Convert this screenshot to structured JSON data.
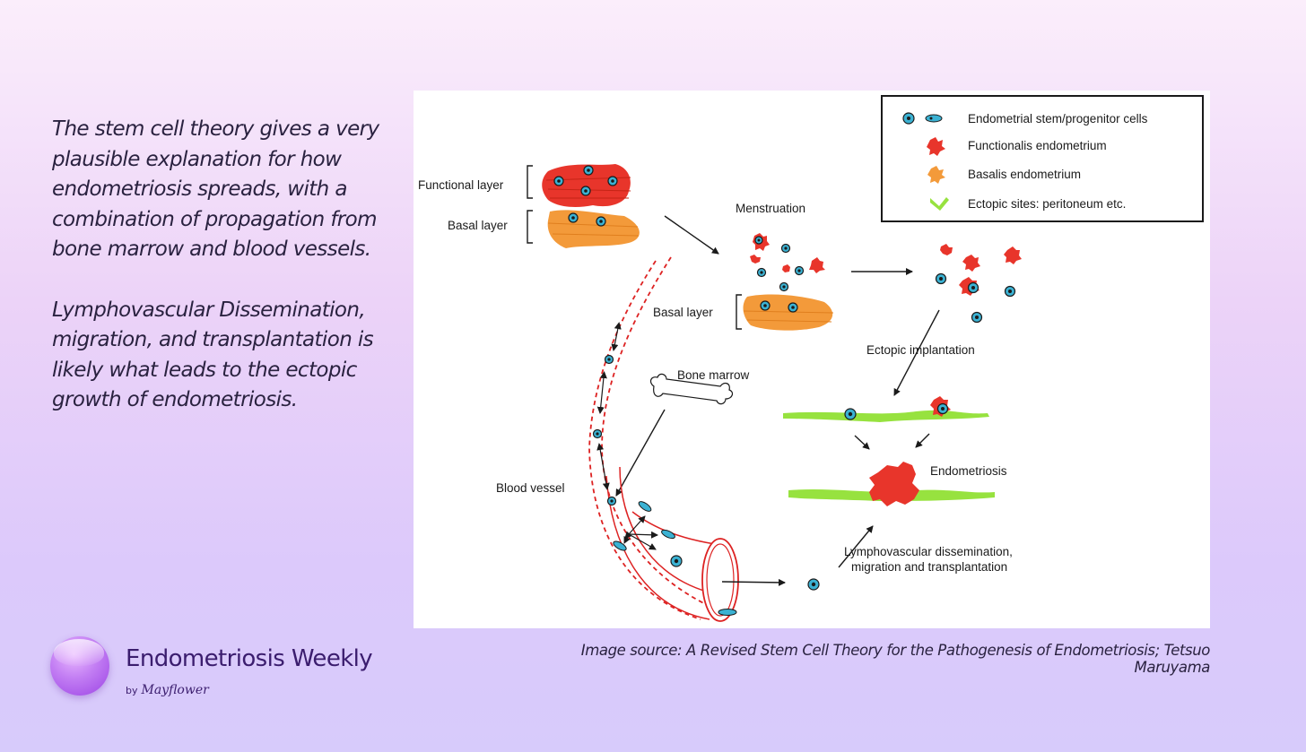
{
  "intro": {
    "paragraph1": "The stem cell theory gives a very plausible explanation for how endometriosis spreads, with a combination of propagation from bone marrow and blood vessels.",
    "paragraph2": "Lymphovascular Dissemination, migration, and transplantation is likely what leads to the ectopic growth of endometriosis."
  },
  "diagram": {
    "legend": [
      {
        "label": "Endometrial stem/progenitor cells",
        "icon": "stem-cell-icon",
        "color": "#3bb2d3"
      },
      {
        "label": "Functionalis endometrium",
        "icon": "functionalis-icon",
        "color": "#e8352b"
      },
      {
        "label": "Basalis endometrium",
        "icon": "basalis-icon",
        "color": "#f39a3a"
      },
      {
        "label": "Ectopic sites: peritoneum etc.",
        "icon": "ectopic-icon",
        "color": "#97e23f"
      }
    ],
    "labels": {
      "functional_layer": "Functional layer",
      "basal_layer_top": "Basal layer",
      "menstruation": "Menstruation",
      "basal_layer_mid": "Basal layer",
      "ectopic_implantation": "Ectopic implantation",
      "bone_marrow": "Bone marrow",
      "endometriosis": "Endometriosis",
      "blood_vessel": "Blood vessel",
      "lymph_line1": "Lymphovascular dissemination,",
      "lymph_line2": "migration and transplantation"
    }
  },
  "caption": "Image source: A Revised Stem Cell Theory for the Pathogenesis of Endometriosis; Tetsuo Maruyama",
  "brand": {
    "name": "Endometriosis Weekly",
    "by": "by",
    "company": "Mayflower"
  }
}
